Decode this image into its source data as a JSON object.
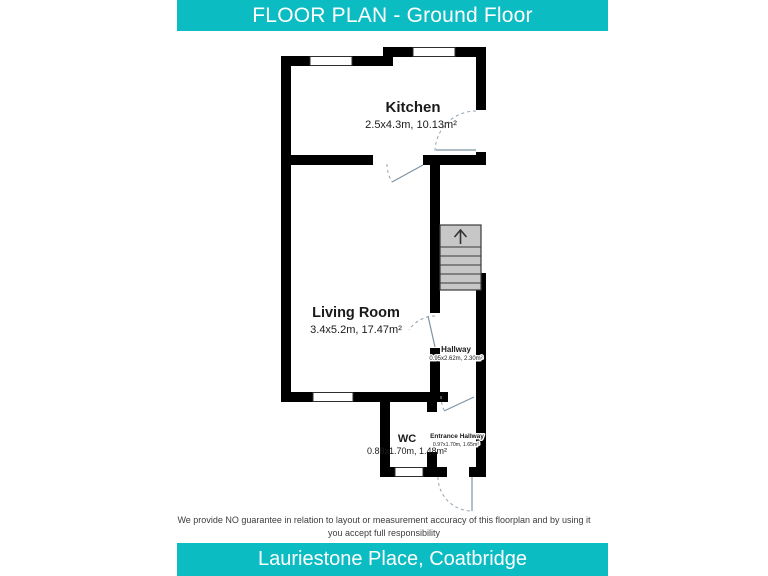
{
  "header": {
    "title": "FLOOR PLAN - Ground Floor"
  },
  "footer": {
    "disclaimer_line1": "We provide NO guarantee in relation to layout or measurement accuracy of this floorplan and by using it",
    "disclaimer_line2": "you accept full responsibility",
    "address": "Lauriestone Place, Coatbridge"
  },
  "colors": {
    "accent": "#0cbcc3",
    "wall": "#000000",
    "stairs_fill": "#c7c7c7",
    "door_line": "#7e93a3"
  },
  "rooms": {
    "kitchen": {
      "name": "Kitchen",
      "dims": "2.5x4.3m, 10.13m²"
    },
    "living_room": {
      "name": "Living Room",
      "dims": "3.4x5.2m, 17.47m²"
    },
    "hallway": {
      "name": "Hallway",
      "dims": "0.95x2.62m, 2.30m²"
    },
    "wc": {
      "name": "WC",
      "dims": "0.88x1.70m, 1.48m²"
    },
    "entrance_hallway": {
      "name": "Entrance Hallway",
      "dims": "0.97x1.70m, 1.65m²"
    }
  },
  "stairs": {
    "direction": "up"
  }
}
